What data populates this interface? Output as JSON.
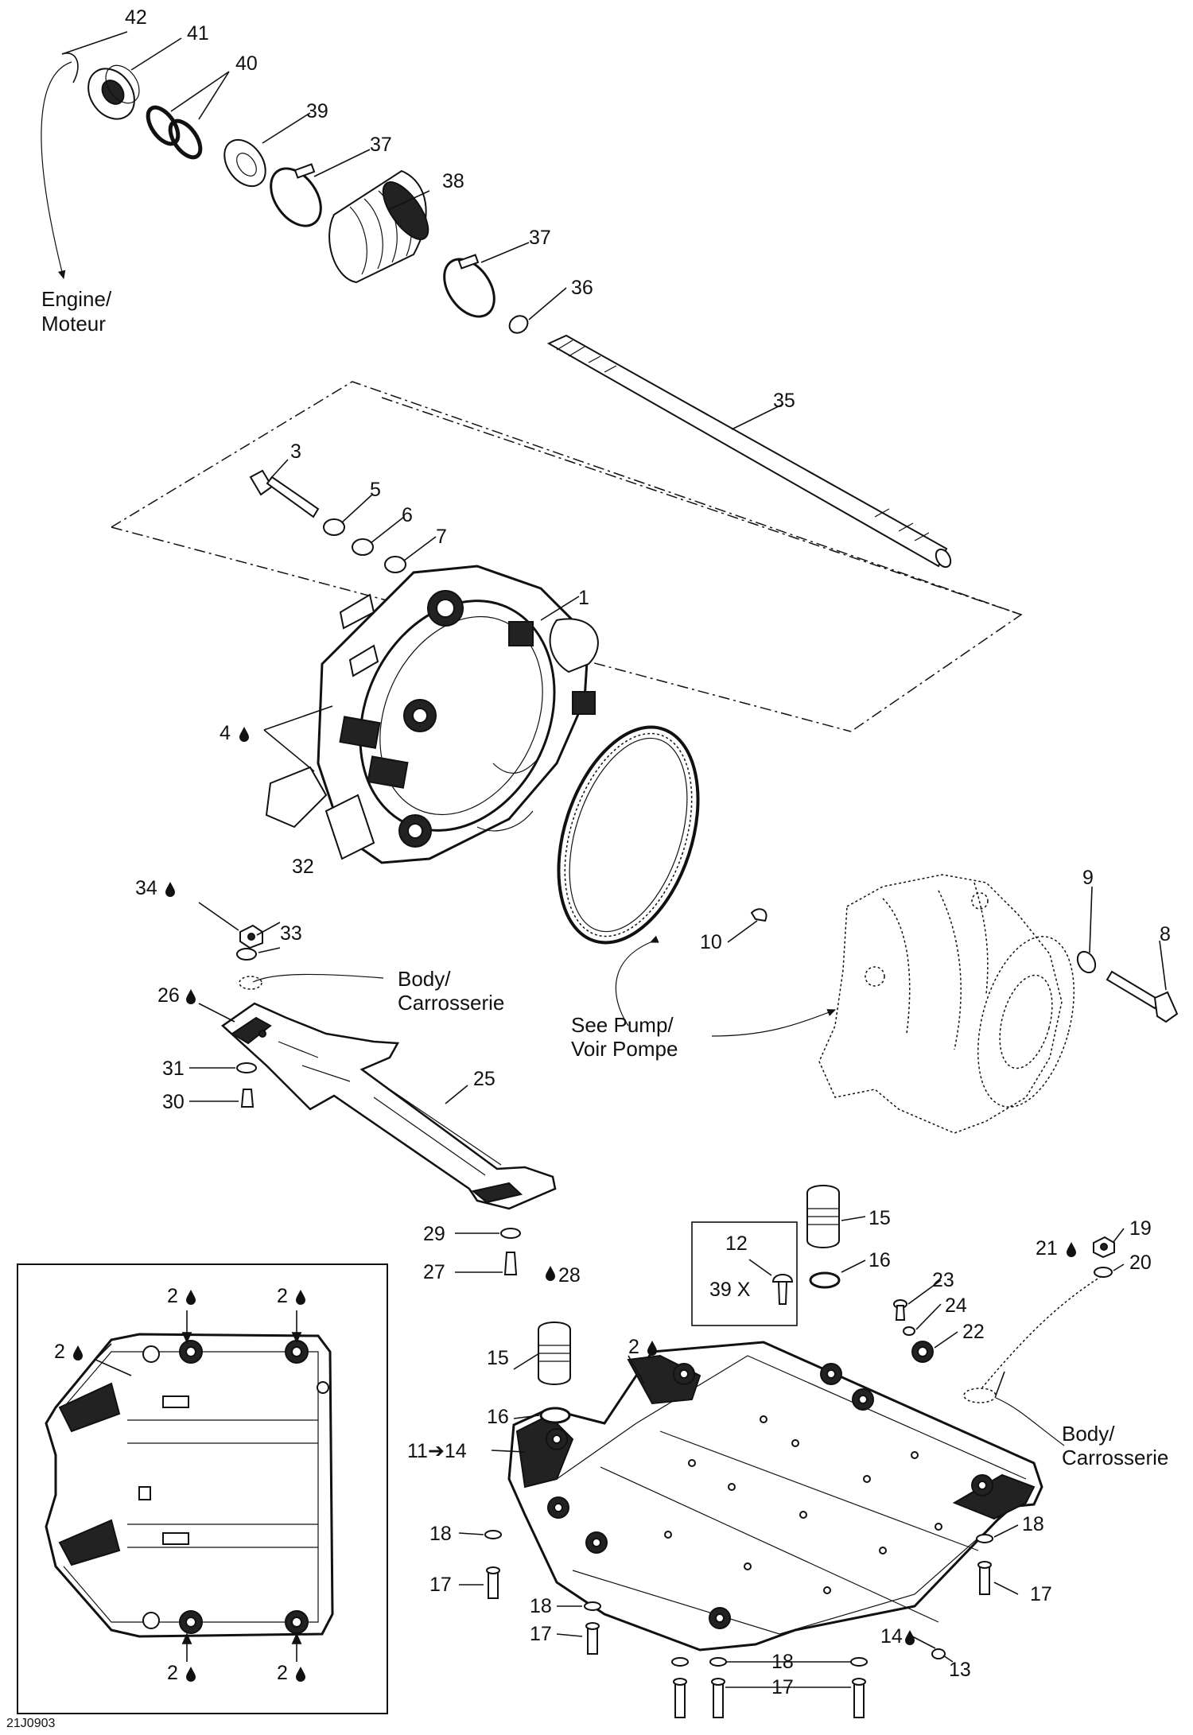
{
  "diagram_code": "21J0903",
  "callouts": {
    "p1": "1",
    "p3": "3",
    "p4": "4",
    "p5": "5",
    "p6": "6",
    "p7": "7",
    "p8": "8",
    "p9": "9",
    "p10": "10",
    "p12": "12",
    "p13": "13",
    "p14": "14",
    "p15a": "15",
    "p15b": "15",
    "p16a": "16",
    "p16b": "16",
    "p17a": "17",
    "p17b": "17",
    "p17c": "17",
    "p17d": "17",
    "p18a": "18",
    "p18b": "18",
    "p18c": "18",
    "p18d": "18",
    "p19": "19",
    "p20": "20",
    "p21": "21",
    "p22": "22",
    "p23": "23",
    "p24": "24",
    "p25": "25",
    "p26": "26",
    "p27": "27",
    "p28": "28",
    "p29": "29",
    "p30": "30",
    "p31": "31",
    "p32": "32",
    "p33": "33",
    "p34": "34",
    "p35": "35",
    "p36": "36",
    "p37a": "37",
    "p37b": "37",
    "p38": "38",
    "p39": "39",
    "p40": "40",
    "p41": "41",
    "p42": "42",
    "p11to14": "11➔14",
    "p39x": "39 X",
    "p2a": "2",
    "p2b": "2",
    "p2c": "2",
    "p2d": "2",
    "p2e": "2",
    "p2f": "2"
  },
  "notes": {
    "engine": [
      "Engine/",
      "Moteur"
    ],
    "body_top": [
      "Body/",
      "Carrosserie"
    ],
    "body_right": [
      "Body/",
      "Carrosserie"
    ],
    "see_pump": [
      "See Pump/",
      "Voir Pompe"
    ]
  },
  "icons": [
    "drop-icon"
  ]
}
